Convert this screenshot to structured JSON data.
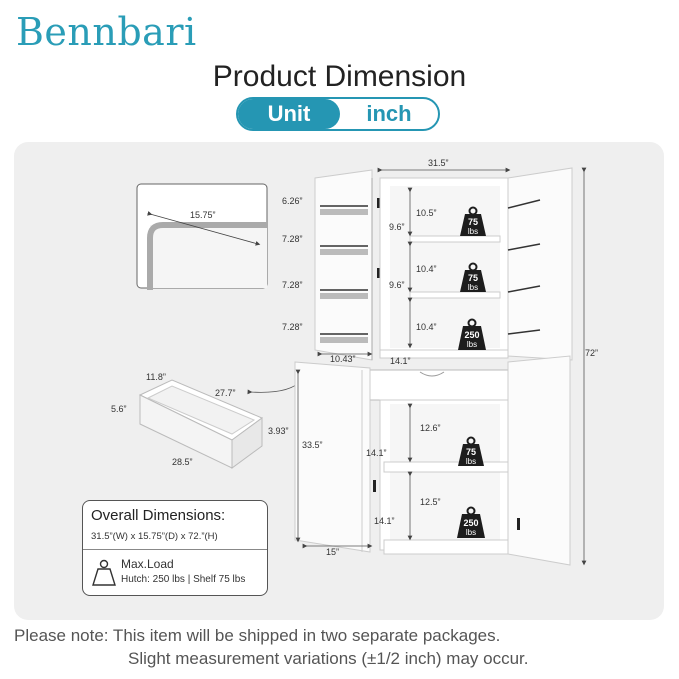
{
  "brand": "Bennbari",
  "title": "Product Dimension",
  "unit_toggle": {
    "label": "Unit",
    "value": "inch"
  },
  "dims": {
    "width_top": "31.5”",
    "height_total": "72”",
    "top_panel_depth": "15.75”",
    "side_shelf_1": "6.26”",
    "side_shelf_2": "7.28”",
    "side_shelf_3": "7.28”",
    "side_shelf_4": "7.28”",
    "hutch_gap_1": "10.5”",
    "hutch_gap_2": "10.4”",
    "hutch_gap_3": "10.4”",
    "hutch_w_1": "9.6”",
    "hutch_w_2": "9.6”",
    "hutch_depth": "10.43”",
    "hutch_inner_d": "14.1”",
    "drawer_d": "11.8”",
    "drawer_w": "27.7”",
    "drawer_h": "5.6”",
    "drawer_h2": "3.93”",
    "drawer_len": "28.5”",
    "base_h": "33.5”",
    "base_gap_1": "12.6”",
    "base_gap_2": "12.5”",
    "base_inner_d1": "14.1”",
    "base_inner_d2": "14.1”",
    "base_depth": "15”"
  },
  "weights": [
    {
      "num": "75",
      "unit": "lbs"
    },
    {
      "num": "75",
      "unit": "lbs"
    },
    {
      "num": "250",
      "unit": "lbs"
    },
    {
      "num": "75",
      "unit": "lbs"
    },
    {
      "num": "250",
      "unit": "lbs"
    }
  ],
  "overall": {
    "heading": "Overall Dimensions:",
    "value": "31.5”(W) x 15.75”(D) x 72.”(H)",
    "max_load_label": "Max.Load",
    "max_load_value": "Hutch: 250 lbs | Shelf 75 lbs"
  },
  "notes": {
    "line1": "Please note: This item will be shipped in two separate packages.",
    "line2": "Slight measurement variations (±1/2 inch) may occur."
  },
  "colors": {
    "brand": "#2a9db7",
    "accent": "#2596b3",
    "panel": "#efefef"
  }
}
